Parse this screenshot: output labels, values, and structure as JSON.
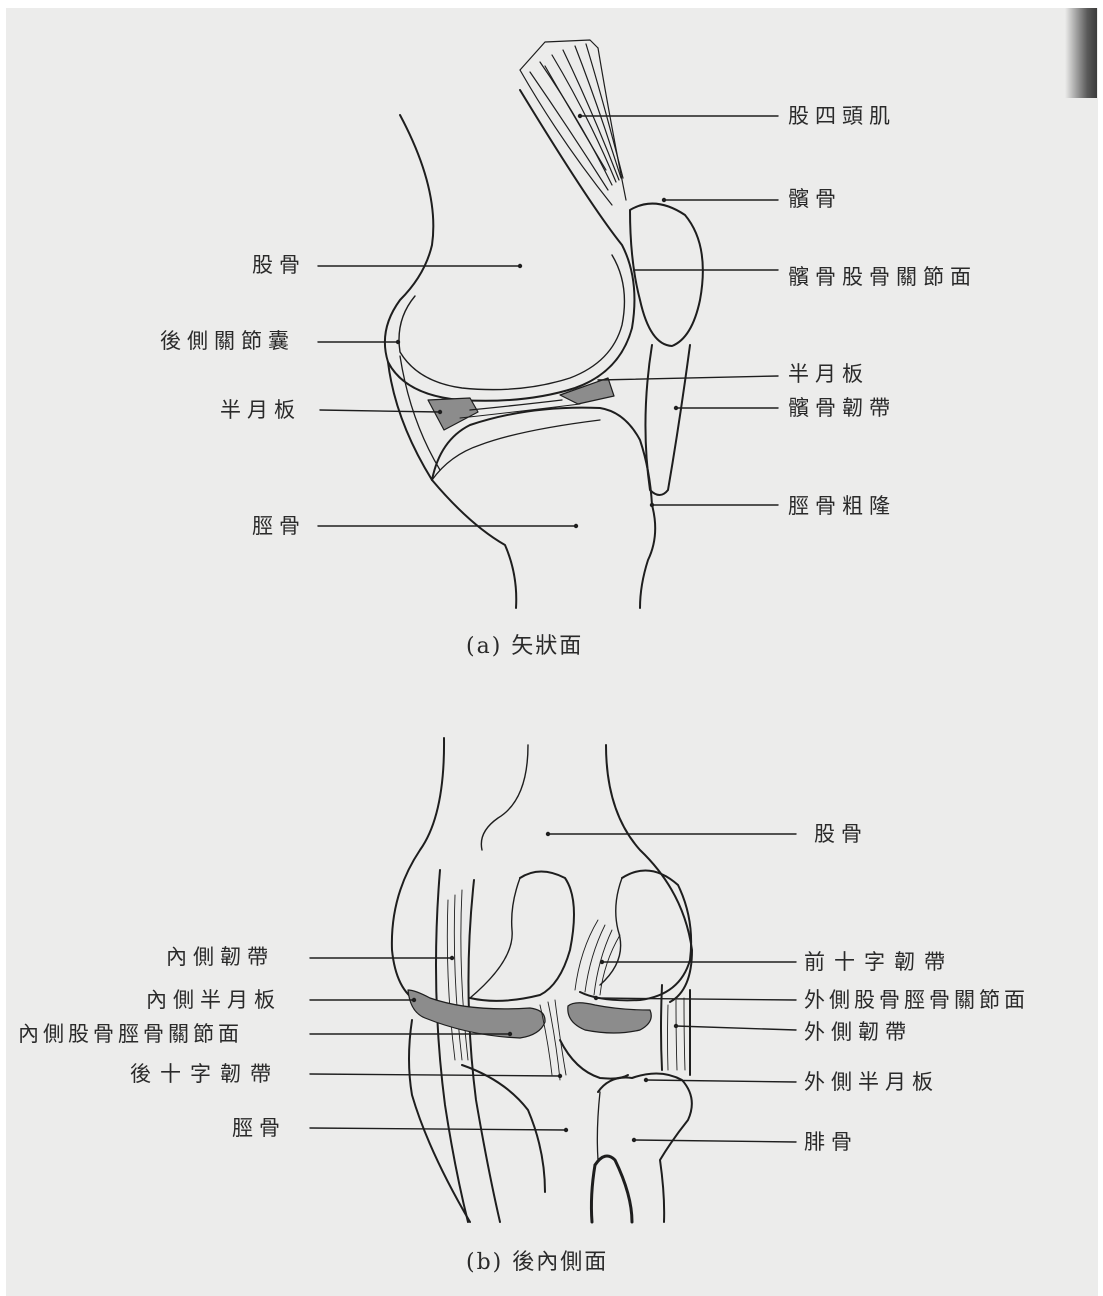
{
  "figure_a": {
    "caption": "(a) 矢狀面",
    "labels": {
      "quadriceps": "股四頭肌",
      "patella": "髕骨",
      "femur": "股骨",
      "patellofemoral_surface": "髕骨股骨關節面",
      "posterior_capsule": "後側關節囊",
      "meniscus_right": "半月板",
      "meniscus_left": "半月板",
      "patellar_ligament": "髕骨韌帶",
      "tibia": "脛骨",
      "tibial_tuberosity": "脛骨粗隆"
    }
  },
  "figure_b": {
    "caption": "(b) 後內側面",
    "labels": {
      "femur": "股骨",
      "medial_collateral_ligament": "內側韌帶",
      "medial_meniscus": "內側半月板",
      "medial_tibiofemoral_surface": "內側股骨脛骨關節面",
      "posterior_cruciate_ligament": "後十字韌帶",
      "tibia": "脛骨",
      "anterior_cruciate_ligament": "前十字韌帶",
      "lateral_tibiofemoral_surface": "外側股骨脛骨關節面",
      "lateral_collateral_ligament": "外側韌帶",
      "lateral_meniscus": "外側半月板",
      "fibula": "腓骨"
    }
  },
  "colors": {
    "paper": "#ececeb",
    "ink": "#1e1e1e",
    "meniscus_fill": "#8c8c8c"
  }
}
